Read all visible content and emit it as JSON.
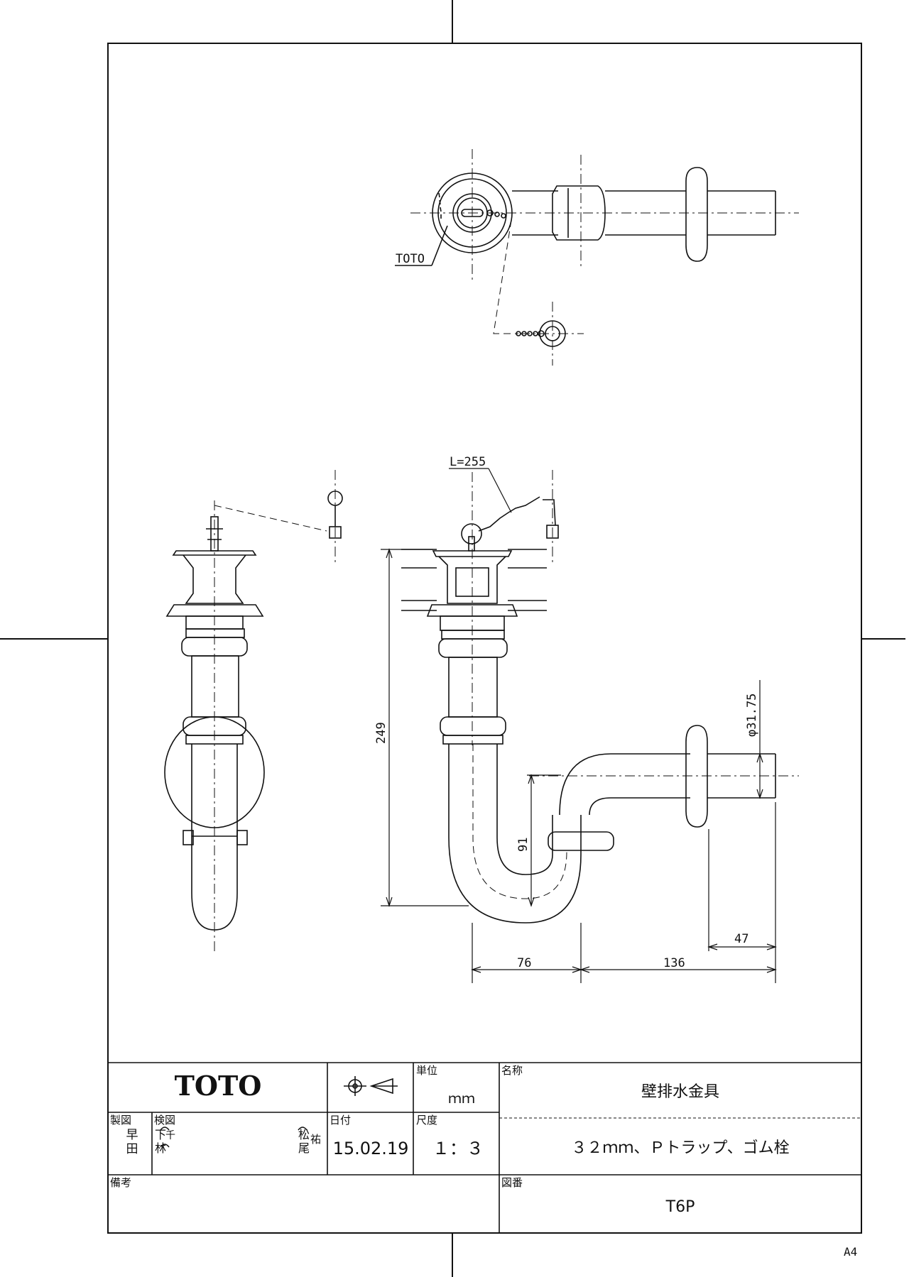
{
  "drawing": {
    "label_toto": "TOTO",
    "chain_length": "L=255",
    "dim_height": "249",
    "dim_trap_depth": "91",
    "dim_pipe_dia": "φ31.75",
    "dim_offset": "47",
    "dim_76": "76",
    "dim_136": "136"
  },
  "title_block": {
    "company": "TOTO",
    "unit_label": "単位",
    "unit_value": "ｍｍ",
    "name_label": "名称",
    "name_value": "壁排水金具",
    "made_by_label": "製図",
    "made_by_1": "早",
    "made_by_2": "田",
    "checked_label": "検図",
    "checked_1a": "下",
    "checked_1b": "千",
    "checked_2a": "林",
    "checked_3a": "松",
    "checked_3b": "祐",
    "checked_4a": "尾",
    "date_label": "日付",
    "date_value": "15.02.19",
    "scale_label": "尺度",
    "scale_value": "１：３",
    "description": "３２ｍｍ、Ｐトラップ、ゴム栓",
    "remarks_label": "備考",
    "drawing_no_label": "図番",
    "drawing_no": "T6P",
    "paper_size": "A4"
  }
}
